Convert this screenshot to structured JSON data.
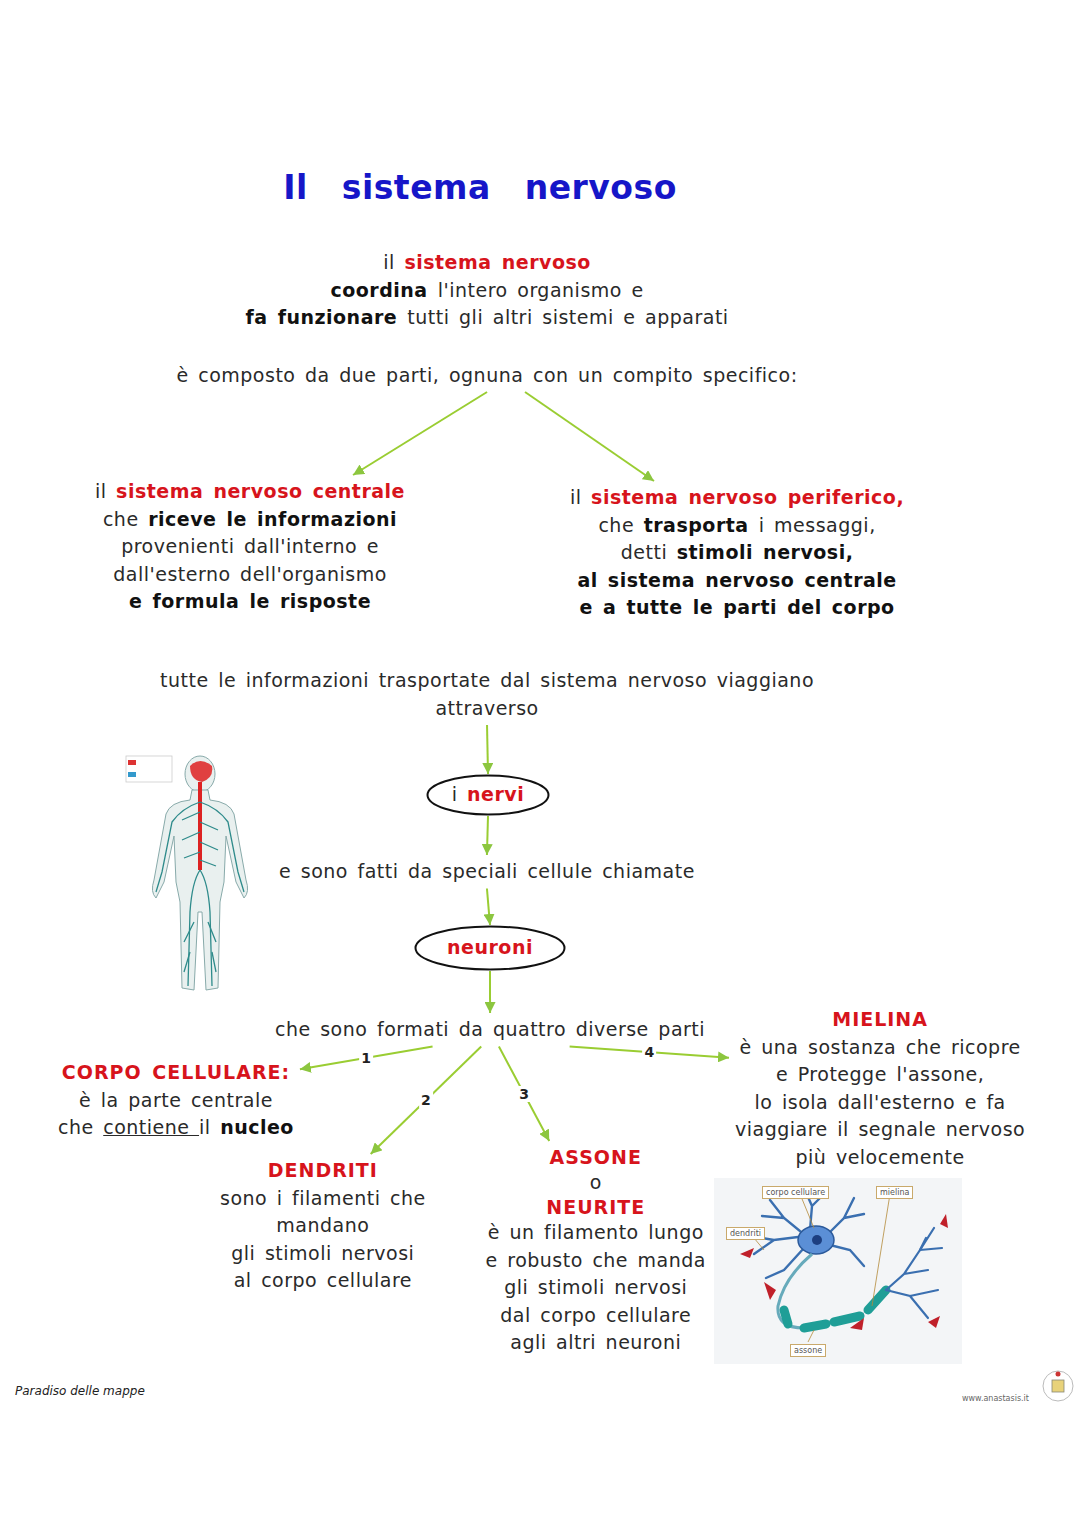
{
  "diagram": {
    "title": "Il sistema nervoso",
    "nodes": [
      {
        "text": [
          "il sistema nervoso coordina l'intero organismo e fa funzionare tutti gli altri sistemi e apparati",
          "è composto da due parti, ognuna con un compito specifico:"
        ]
      },
      {
        "text": [
          "il sistema nervoso centrale che riceve le informazioni provenienti dall'interno e dall'esterno dell'organismo e formula le risposte"
        ]
      },
      {
        "text": [
          "il sistema nervoso periferico, che trasporta i messaggi, detti stimoli nervosi, al sistema nervoso centrale e a tutte le parti del corpo"
        ]
      },
      {
        "text": [
          "tutte le informazioni trasportate dal sistema nervoso viaggiano attraverso"
        ]
      },
      {
        "text": [
          "i nervi"
        ]
      },
      {
        "text": [
          "e sono fatti da speciali cellule chiamate"
        ]
      },
      {
        "text": [
          "neuroni"
        ]
      },
      {
        "text": [
          "che sono formati da quattro diverse parti"
        ]
      },
      {
        "text": [
          "CORPO CELLULARE:",
          "è la parte centrale che contiene il nucleo"
        ]
      },
      {
        "text": [
          "DENDRITI",
          "sono i filamenti che mandano gli stimoli nervosi al corpo cellulare"
        ]
      },
      {
        "text": [
          "ASSONE",
          "o",
          "NEURITE",
          "è un filamento lungo e robusto che manda gli stimoli nervosi dal corpo cellulare agli altri neuroni"
        ]
      },
      {
        "text": [
          "MIELINA",
          "è una sostanza che ricopre e Protegge l'assone, lo isola dall'esterno e fa viaggiare il segnale nervoso più velocemente"
        ]
      }
    ],
    "edges": [
      {
        "from": 0,
        "to": 1,
        "arrow": "to"
      },
      {
        "from": 0,
        "to": 2,
        "arrow": "to"
      },
      {
        "from": 3,
        "to": 4,
        "arrow": "to"
      },
      {
        "from": 4,
        "to": 5,
        "arrow": "to"
      },
      {
        "from": 5,
        "to": 6,
        "arrow": "to"
      },
      {
        "from": 6,
        "to": 7,
        "arrow": "to"
      },
      {
        "from": 7,
        "to": 8,
        "label": "1",
        "arrow": "to"
      },
      {
        "from": 7,
        "to": 9,
        "label": "2",
        "arrow": "to"
      },
      {
        "from": 7,
        "to": 10,
        "label": "3",
        "arrow": "to"
      },
      {
        "from": 7,
        "to": 11,
        "label": "4",
        "arrow": "to"
      }
    ],
    "labels": [
      "corpo cellulare",
      "mielina",
      "dendriti",
      "assone",
      "Paradiso delle mappe",
      "www.anastasis.it"
    ]
  }
}
